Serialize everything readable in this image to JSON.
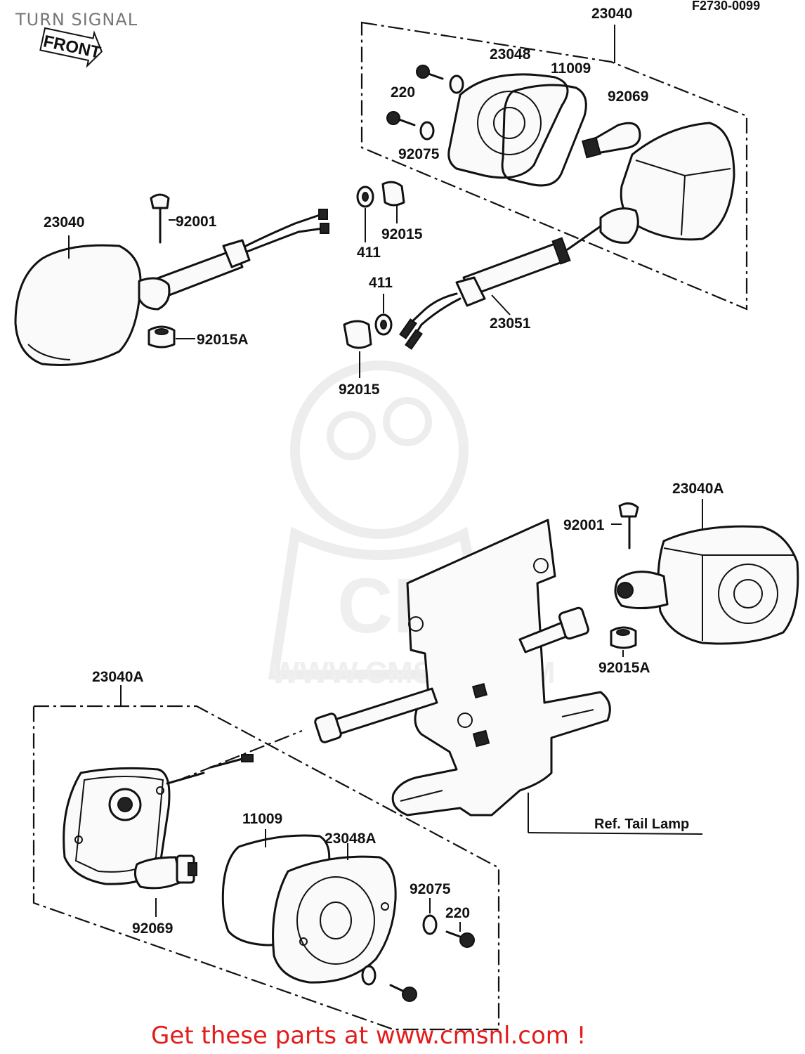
{
  "header": {
    "title": "TURN SIGNAL",
    "diagram_code": "F2730-0099"
  },
  "front_badge": "FRONT",
  "watermark": {
    "logo_text": "CMS",
    "url_text": "WWW.CMSNL.COM"
  },
  "parts": {
    "p23040_top": "23040",
    "p23048": "23048",
    "p11009_top": "11009",
    "p220_top": "220",
    "p92069_top": "92069",
    "p92075_top": "92075",
    "p23040_left": "23040",
    "p92001_left": "92001",
    "p92015_mid": "92015",
    "p411_upper": "411",
    "p411_lower": "411",
    "p92015A_left": "92015A",
    "p23051": "23051",
    "p92015_lower": "92015",
    "p23040A_right": "23040A",
    "p92001_right": "92001",
    "p92015A_right": "92015A",
    "p23040A_bottom": "23040A",
    "p11009_bottom": "11009",
    "p23048A": "23048A",
    "p92075_bottom": "92075",
    "p220_bottom": "220",
    "p92069_bottom": "92069"
  },
  "ref_label": "Ref. Tail Lamp",
  "footer": {
    "promo": "Get these parts at www.cmsnl.com !"
  }
}
